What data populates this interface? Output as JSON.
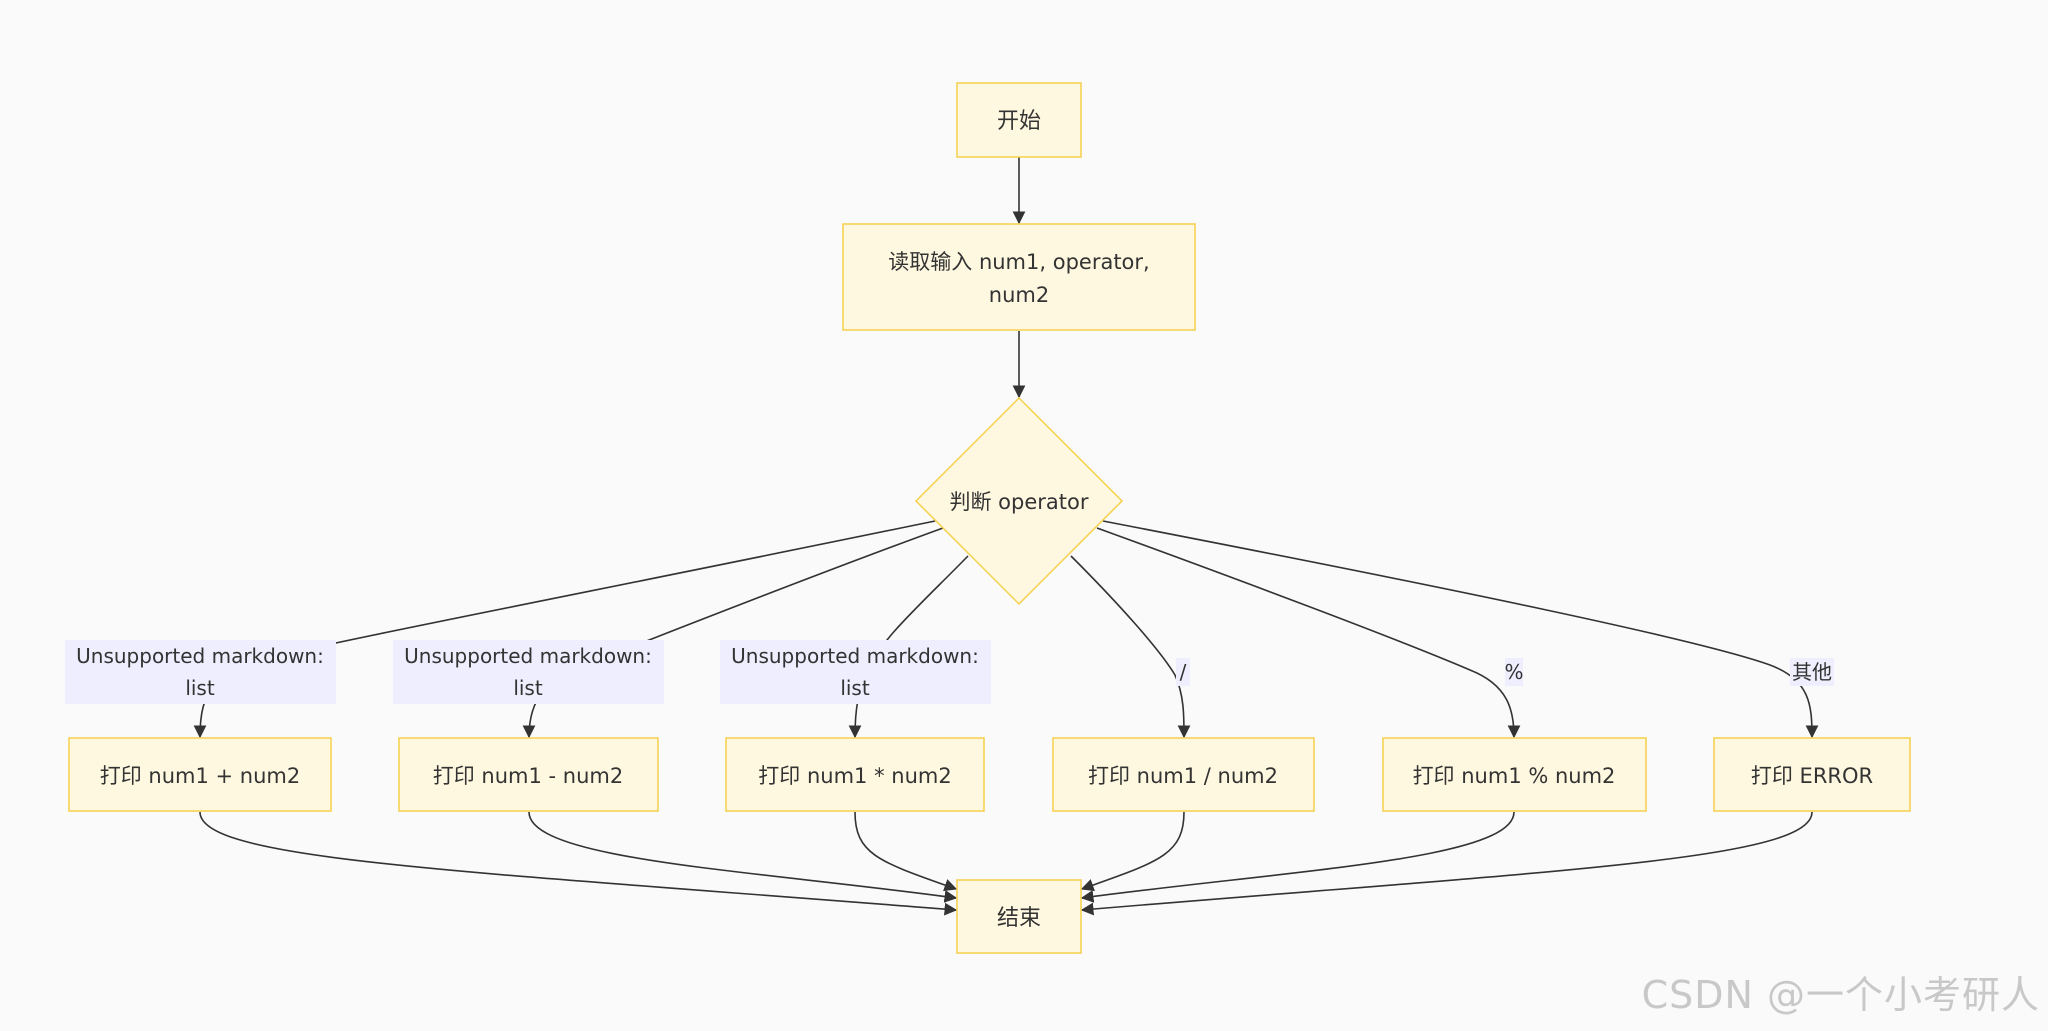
{
  "nodes": {
    "start": {
      "label": "开始"
    },
    "read_input": {
      "line1": "读取输入 num1, operator,",
      "line2": "num2"
    },
    "decision": {
      "label": "判断 operator"
    },
    "print_add": {
      "label": "打印 num1 + num2"
    },
    "print_sub": {
      "label": "打印 num1 - num2"
    },
    "print_mul": {
      "label": "打印 num1 * num2"
    },
    "print_div": {
      "label": "打印 num1 / num2"
    },
    "print_mod": {
      "label": "打印 num1 % num2"
    },
    "print_error": {
      "label": "打印 ERROR"
    },
    "end": {
      "label": "结束"
    }
  },
  "edge_labels": {
    "add": {
      "line1": "Unsupported markdown:",
      "line2": "list"
    },
    "sub": {
      "line1": "Unsupported markdown:",
      "line2": "list"
    },
    "mul": {
      "line1": "Unsupported markdown:",
      "line2": "list"
    },
    "div": {
      "label": "/"
    },
    "mod": {
      "label": "%"
    },
    "other": {
      "label": "其他"
    }
  },
  "watermark": "CSDN @一个小考研人",
  "colors": {
    "node_fill": "#fff8e1",
    "node_stroke": "#f5d04a",
    "edge_stroke": "#333333",
    "edge_label_bg": "#eeeeff",
    "background": "#fafafa"
  }
}
